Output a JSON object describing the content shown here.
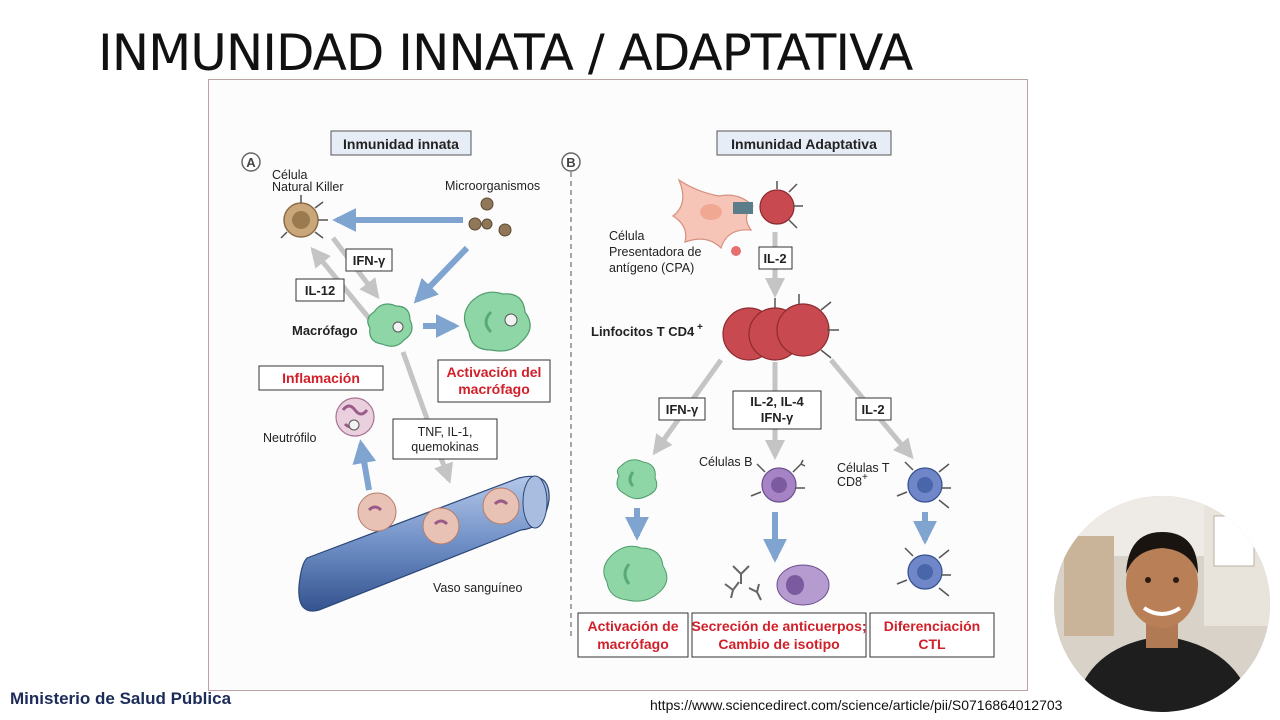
{
  "slide": {
    "title": "INMUNIDAD INNATA / ADAPTATIVA",
    "footer_org": "Ministerio de Salud Pública",
    "source_url": "https://www.sciencedirect.com/science/article/pii/S0716864012703"
  },
  "innate": {
    "panel_letter": "A",
    "heading": "Inmunidad innata",
    "nk_label_1": "Célula",
    "nk_label_2": "Natural Killer",
    "microbes": "Microorganismos",
    "ifn": "IFN-γ",
    "il12": "IL-12",
    "macrophage": "Macrófago",
    "activation_1": "Activación del",
    "activation_2": "macrófago",
    "inflammation": "Inflamación",
    "neutrophil": "Neutrófilo",
    "tnf_1": "TNF, IL-1,",
    "tnf_2": "quemokinas",
    "vessel": "Vaso sanguíneo"
  },
  "adaptive": {
    "panel_letter": "B",
    "heading": "Inmunidad Adaptativa",
    "apc_1": "Célula",
    "apc_2": "Presentadora de",
    "apc_3": "antígeno (CPA)",
    "il2_top": "IL-2",
    "cd4": "Linfocitos T CD4",
    "cd4_sup": "+",
    "ifn": "IFN-γ",
    "il24_1": "IL-2, IL-4",
    "il24_2": "IFN-γ",
    "il2_right": "IL-2",
    "bcells": "Células B",
    "tcells_1": "Células T",
    "tcells_2": "CD8",
    "tcells_sup": "+",
    "out1_1": "Activación de",
    "out1_2": "macrófago",
    "out2_1": "Secreción de anticuerpos;",
    "out2_2": "Cambio de isotipo",
    "out3_1": "Diferenciación",
    "out3_2": "CTL"
  },
  "colors": {
    "blue_arrow": "#7ea4cf",
    "gray_arrow": "#c4c4c4",
    "label_red": "#d0202a",
    "macrophage_green": "#8fd6a6",
    "cd4_red": "#c8494f",
    "bcell_purple": "#a583c4",
    "cd8_blue": "#6f87c8",
    "footer_navy": "#1c2c5a"
  }
}
